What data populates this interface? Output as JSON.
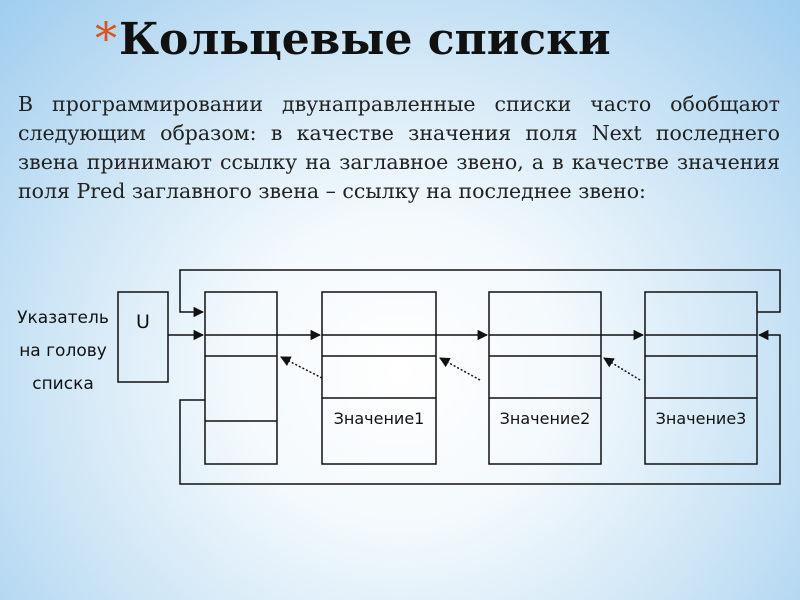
{
  "title": {
    "bullet": "*",
    "text": "Кольцевые списки"
  },
  "paragraph": "В программировании двунаправленные списки часто обобщают следующим образом: в качестве значения поля Next последнего звена принимают ссылку на заглавное звено, а в качестве значения поля Pred заглавного звена – ссылку на последнее звено:",
  "diagram": {
    "pointer_label_lines": [
      "Указатель",
      "на голову",
      "списка"
    ],
    "pointer_box_label": "U",
    "nodes": [
      {
        "value": ""
      },
      {
        "value": "Значение1"
      },
      {
        "value": "Значение2"
      },
      {
        "value": "Значение3"
      }
    ]
  }
}
